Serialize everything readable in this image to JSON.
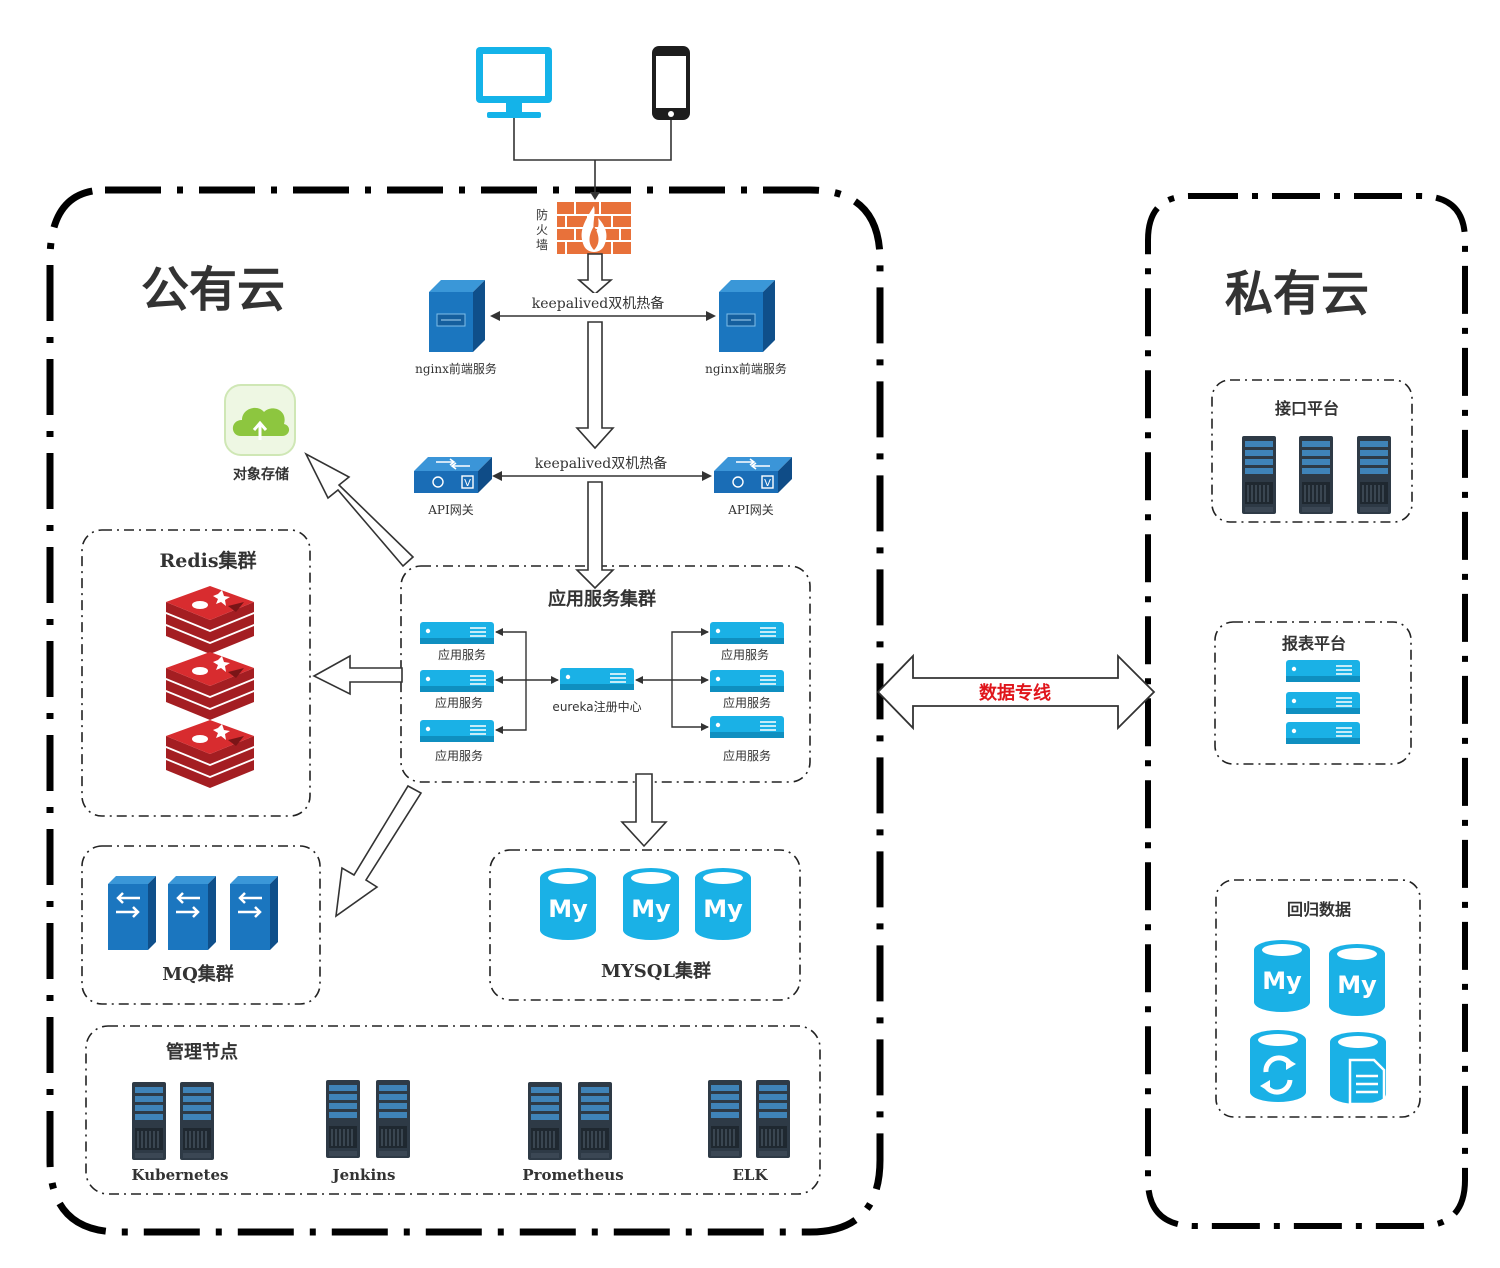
{
  "clients": {
    "desktop": "desktop-monitor-icon",
    "mobile": "mobile-phone-icon"
  },
  "firewall": {
    "label": "防火墙",
    "chars": [
      "防",
      "火",
      "墙"
    ],
    "icon": "firewall-icon"
  },
  "public_cloud": {
    "title": "公有云",
    "keepalived_top": "keepalived双机热备",
    "nginx": [
      "nginx前端服务",
      "nginx前端服务"
    ],
    "keepalived_mid": "keepalived双机热备",
    "api_gateways": [
      "API网关",
      "API网关"
    ],
    "object_storage": "对象存储",
    "redis": {
      "title": "Redis集群"
    },
    "app_cluster": {
      "title": "应用服务集群",
      "services_left": [
        "应用服务",
        "应用服务",
        "应用服务"
      ],
      "services_right": [
        "应用服务",
        "应用服务",
        "应用服务"
      ],
      "registry": "eureka注册中心"
    },
    "mq": {
      "title": "MQ集群"
    },
    "mysql": {
      "title": "MYSQL集群",
      "icon_text": "My"
    },
    "management": {
      "title": "管理节点",
      "nodes": [
        "Kubernetes",
        "Jenkins",
        "Prometheus",
        "ELK"
      ]
    }
  },
  "link": {
    "label": "数据专线"
  },
  "private_cloud": {
    "title": "私有云",
    "interface_platform": "接口平台",
    "report_platform": "报表平台",
    "regression_data": "回归数据",
    "db_icon_text": "My"
  },
  "colors": {
    "accent": "#1ab1e6",
    "blue_dark": "#1566a8",
    "redis": "#c8272b",
    "firewall": "#e8713a",
    "link_text": "#e0151b",
    "cloud_green": "#8dc63f"
  }
}
